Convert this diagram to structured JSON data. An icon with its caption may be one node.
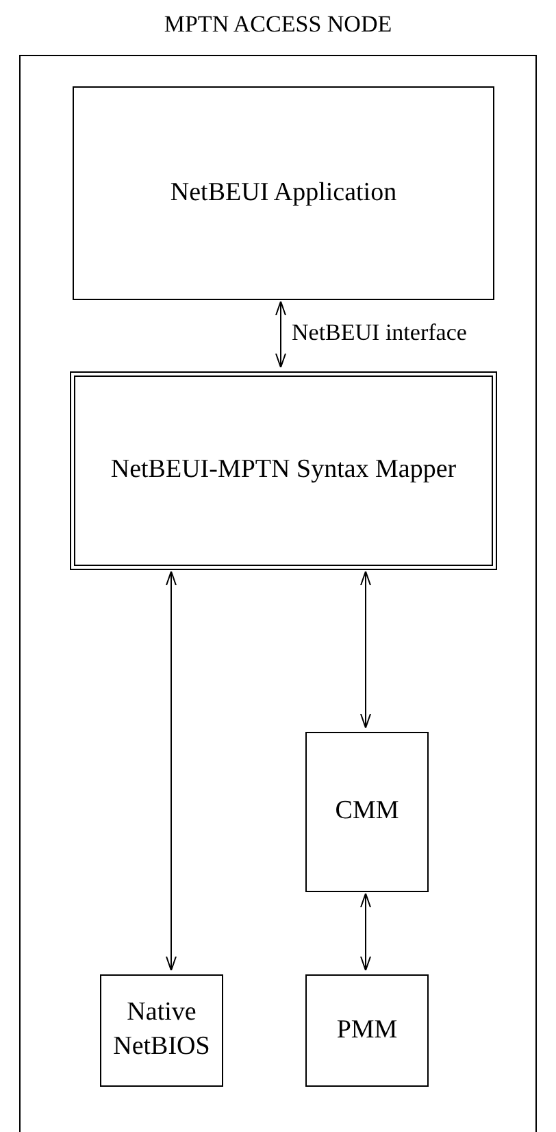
{
  "diagram": {
    "nodes": [
      {
        "text": [
          "MPTN ACCESS NODE"
        ]
      },
      {
        "text": [
          "NetBEUI Application"
        ],
        "in": 0
      },
      {
        "text": [
          "NetBEUI-MPTN Syntax Mapper"
        ],
        "in": 0
      },
      {
        "text": [
          "CMM"
        ],
        "in": 0
      },
      {
        "text": [
          "Native NetBIOS"
        ],
        "in": 0
      },
      {
        "text": [
          "PMM"
        ],
        "in": 0
      }
    ],
    "edges": [
      {
        "from": 1,
        "to": 2,
        "arrow": "both",
        "label": "NetBEUI interface"
      },
      {
        "from": 2,
        "to": 4,
        "arrow": "both"
      },
      {
        "from": 2,
        "to": 3,
        "arrow": "both"
      },
      {
        "from": 3,
        "to": 5,
        "arrow": "both"
      }
    ]
  }
}
